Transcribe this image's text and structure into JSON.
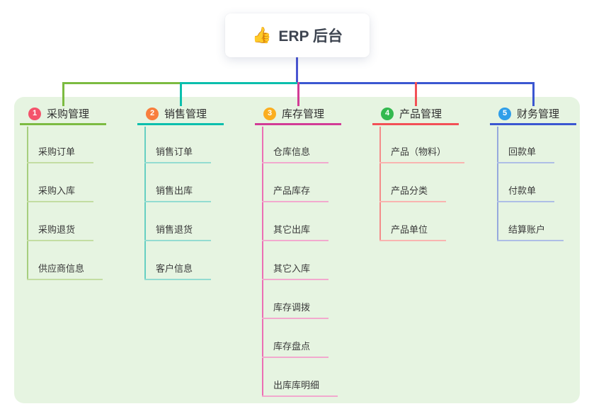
{
  "root": {
    "icon": "👍",
    "label": "ERP 后台"
  },
  "colors": {
    "panel_bg": "#E6F4E1",
    "root_line": "#4A55D2",
    "card_bg": "#FFFFFF",
    "header_text": "#303030",
    "child_text": "#3A3A3A"
  },
  "branches": [
    {
      "number": "1",
      "label": "采购管理",
      "badge_color": "#F4536B",
      "line_color": "#7CBB41",
      "child_line_color": "#A6CE7E",
      "child_underline_color": "#C3DDA2",
      "children": [
        "采购订单",
        "采购入库",
        "采购退货",
        "供应商信息"
      ]
    },
    {
      "number": "2",
      "label": "销售管理",
      "badge_color": "#F87E3D",
      "line_color": "#0BBFAD",
      "child_line_color": "#66CFC2",
      "child_underline_color": "#93DCD1",
      "children": [
        "销售订单",
        "销售出库",
        "销售退货",
        "客户信息"
      ]
    },
    {
      "number": "3",
      "label": "库存管理",
      "badge_color": "#FBAE20",
      "line_color": "#D23C96",
      "child_line_color": "#EC6EB4",
      "child_underline_color": "#F2A9CE",
      "children": [
        "仓库信息",
        "产品库存",
        "其它出库",
        "其它入库",
        "库存调拨",
        "库存盘点",
        "出库库明细"
      ]
    },
    {
      "number": "4",
      "label": "产品管理",
      "badge_color": "#33B94F",
      "line_color": "#F25056",
      "child_line_color": "#F48C8A",
      "child_underline_color": "#F9B4B0",
      "children": [
        "产品（物料）",
        "产品分类",
        "产品单位"
      ]
    },
    {
      "number": "5",
      "label": "财务管理",
      "badge_color": "#2F9EE9",
      "line_color": "#3B57D1",
      "child_line_color": "#96A9DD",
      "child_underline_color": "#AEBEE6",
      "children": [
        "回款单",
        "付款单",
        "结算账户"
      ]
    }
  ]
}
